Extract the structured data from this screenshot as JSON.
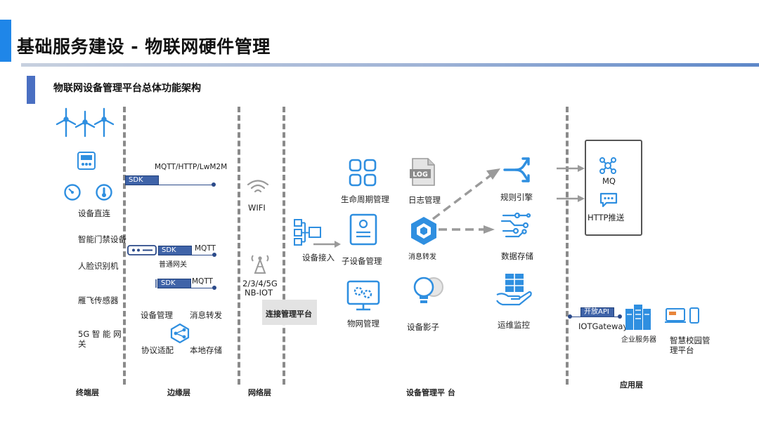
{
  "page": {
    "title": "基础服务建设 - 物联网硬件管理",
    "subtitle": "物联网设备管理平台总体功能架构"
  },
  "layers": {
    "terminal": "终端层",
    "edge": "边缘层",
    "network": "网络层",
    "platform": "设备管理平 台",
    "application": "应用层"
  },
  "terminal": {
    "direct_connect": "设备直连",
    "access_control": "智能门禁设备",
    "face_recognition": "人脸识别机",
    "yanfei_sensor": "雁飞传感器",
    "gateway_5g": "5G 智 能 网 关"
  },
  "edge": {
    "protocol_top": "MQTT/HTTP/LwM2M",
    "sdk1": "SDK",
    "sdk2": "SDK",
    "protocol2": "MQTT",
    "normal_gateway": "普通网关",
    "sdk3": "SDK",
    "protocol3": "MQTT",
    "device_mgmt": "设备管理",
    "msg_forward": "消息转发",
    "protocol_adapt": "协议适配",
    "local_storage": "本地存储"
  },
  "network": {
    "wifi": "WIFI",
    "cellular_1": "2/3/4/5G",
    "cellular_2": "NB-IOT",
    "connection_platform": "连接管理平台"
  },
  "platform": {
    "device_access": "设备接入",
    "lifecycle": "生命周期管理",
    "sub_device": "子设备管理",
    "thing_model": "物网管理",
    "log_mgmt": "日志管理",
    "log_icon_text": "LOG",
    "msg_forward": "消息转发",
    "device_shadow": "设备影子",
    "rule_engine": "规则引擎",
    "data_storage": "数据存储",
    "ops_monitor": "运维监控"
  },
  "application": {
    "mq": "MQ",
    "http_push": "HTTP推送",
    "open_api": "开放API",
    "iot_gateway": "IOTGateway",
    "enterprise_server": "企业服务器",
    "campus_1": "智慧校园管",
    "campus_2": "理平台"
  },
  "colors": {
    "accent_blue": "#1f86e8",
    "icon_blue": "#2f8fe0",
    "sdk_blue": "#3f63a8",
    "divider_gray": "#8a8a8a",
    "arrow_gray": "#9a9a9a"
  }
}
